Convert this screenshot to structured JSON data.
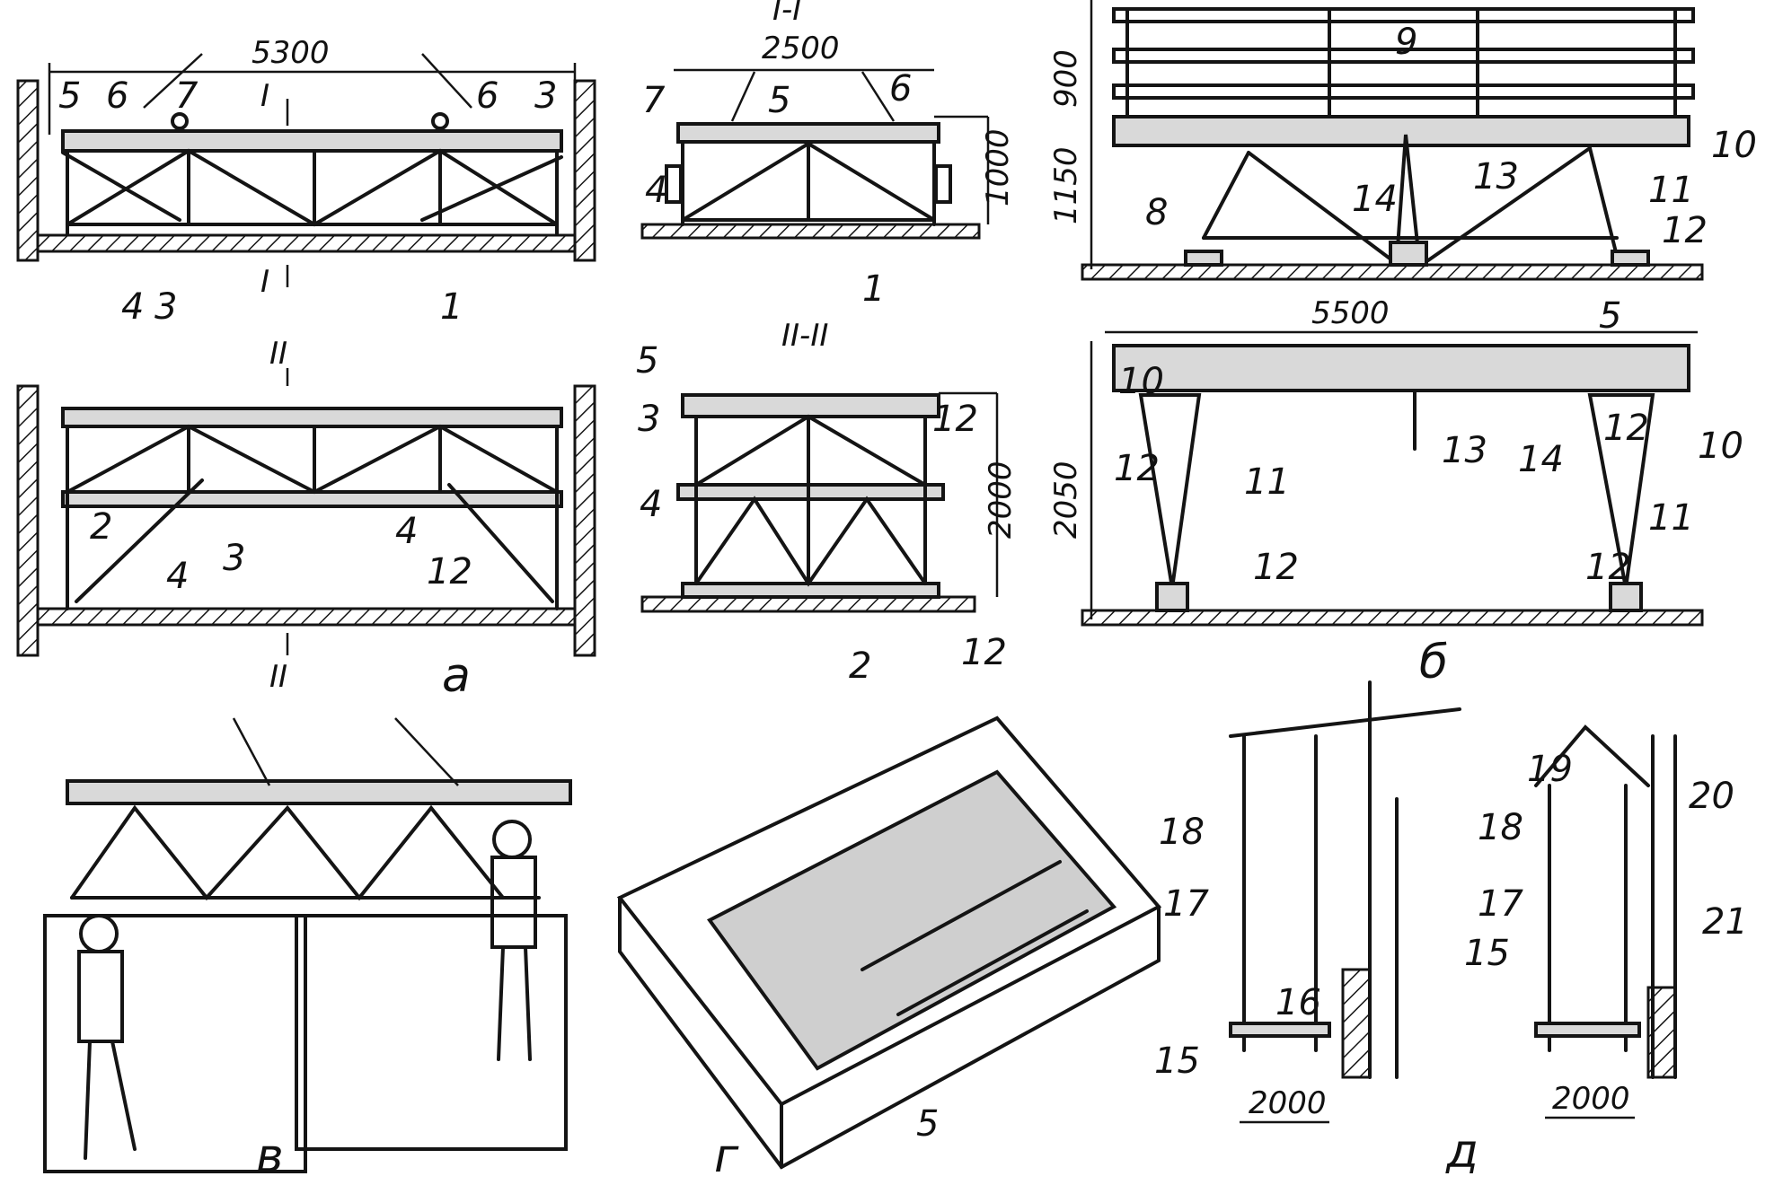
{
  "panel_labels": [
    "а",
    "б",
    "в",
    "г",
    "д"
  ],
  "dimensions": [
    "5300",
    "2500",
    "1000",
    "2000",
    "900",
    "1150",
    "5500",
    "2050",
    "2000",
    "2000"
  ],
  "sections": [
    "I-I",
    "II-II",
    "I",
    "I",
    "II",
    "II"
  ],
  "callouts": {
    "a_top": [
      "5",
      "6",
      "7",
      "6",
      "3",
      "4",
      "3",
      "1"
    ],
    "a_sec1": [
      "7",
      "5",
      "6",
      "4",
      "1"
    ],
    "a_bottom": [
      "2",
      "3",
      "4",
      "4",
      "12"
    ],
    "a_sec2": [
      "5",
      "3",
      "12",
      "4",
      "2",
      "12"
    ],
    "b_top": [
      "9",
      "8",
      "14",
      "13",
      "11",
      "12",
      "10"
    ],
    "b_bottom": [
      "5",
      "10",
      "12",
      "13",
      "14",
      "12",
      "10",
      "11",
      "11",
      "12",
      "12"
    ],
    "g": [
      "5"
    ],
    "d_left": [
      "18",
      "17",
      "16",
      "15"
    ],
    "d_right": [
      "19",
      "20",
      "18",
      "17",
      "15",
      "21"
    ]
  }
}
